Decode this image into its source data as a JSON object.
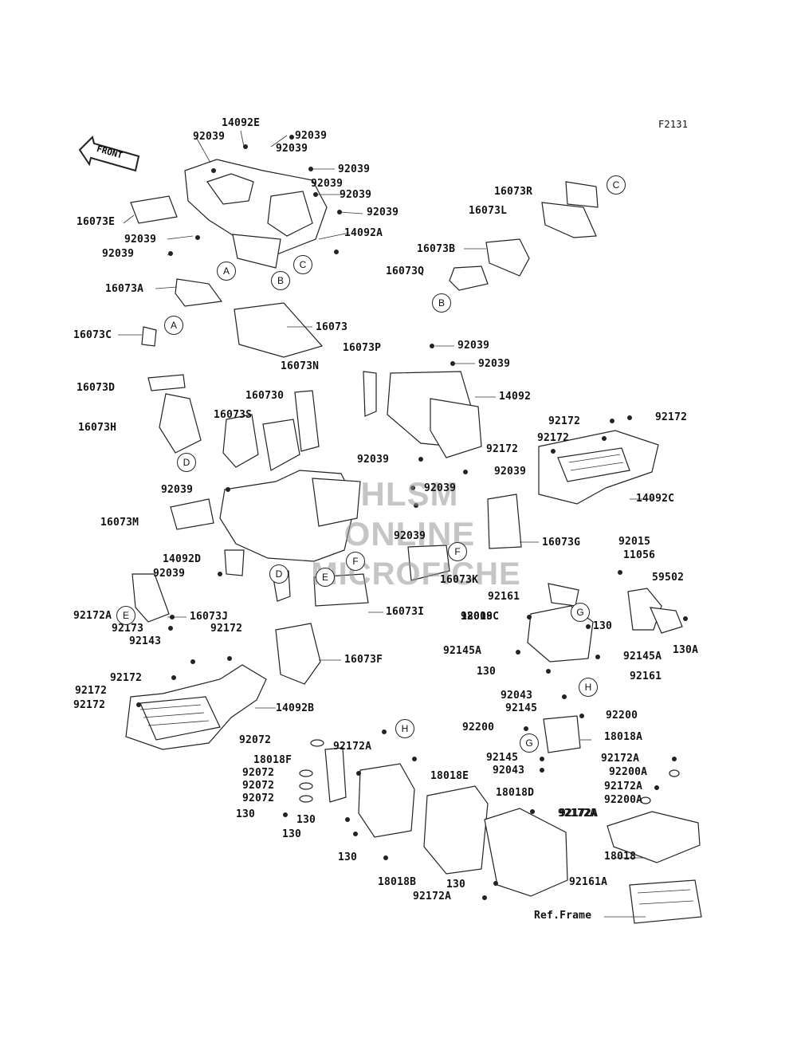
{
  "figure_code": "F2131",
  "front_label": "FRONT",
  "watermark": [
    "HLSM",
    "ONLINE",
    "MICROFICHE"
  ],
  "labels": [
    "14092E",
    "92039",
    "92039",
    "92039",
    "92039",
    "92039",
    "92039",
    "14092A",
    "16073E",
    "92039",
    "92039",
    "92039",
    "16073A",
    "16073",
    "16073C",
    "16073R",
    "16073L",
    "16073B",
    "16073Q",
    "92039",
    "92039",
    "16073P",
    "14092",
    "16073N",
    "16073D",
    "160730",
    "16073S",
    "16073H",
    "92172",
    "92172",
    "92172",
    "92172",
    "92039",
    "92039",
    "92039",
    "92039",
    "14092C",
    "16073M",
    "92039",
    "16073G",
    "14092D",
    "92039",
    "16073K",
    "92015",
    "11056",
    "59502",
    "16073I",
    "92161",
    "16073J",
    "92009",
    "130",
    "18018C",
    "130A",
    "92172A",
    "92172",
    "92173",
    "92143",
    "16073F",
    "92145A",
    "92145A",
    "130",
    "92161",
    "92172",
    "92172",
    "92172",
    "14092B",
    "92043",
    "92145",
    "92200",
    "92200",
    "18018A",
    "92072",
    "92172A",
    "18018F",
    "92072",
    "92072",
    "92072",
    "130",
    "92145",
    "92043",
    "92172A",
    "92200A",
    "92172A",
    "92200A",
    "130",
    "92172A",
    "130",
    "18018E",
    "18018D",
    "92172A",
    "18018",
    "130",
    "18018B",
    "130",
    "92172A",
    "92161A",
    "Ref.Frame"
  ],
  "callouts": [
    "C",
    "A",
    "C",
    "B",
    "B",
    "A",
    "D",
    "F",
    "F",
    "D",
    "E",
    "E",
    "G",
    "H",
    "G",
    "H"
  ]
}
